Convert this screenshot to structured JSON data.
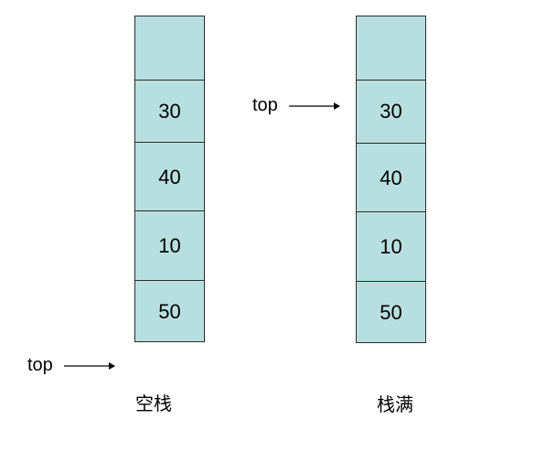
{
  "stacks": [
    {
      "caption": "空栈",
      "cells": [
        "",
        "30",
        "40",
        "10",
        "50"
      ],
      "pointer_label": "top"
    },
    {
      "caption": "栈满",
      "cells": [
        "",
        "30",
        "40",
        "10",
        "50"
      ],
      "pointer_label": "top"
    }
  ],
  "colors": {
    "cell_fill": "#b8dfe0",
    "border": "#2b2b2b",
    "text": "#000000"
  }
}
